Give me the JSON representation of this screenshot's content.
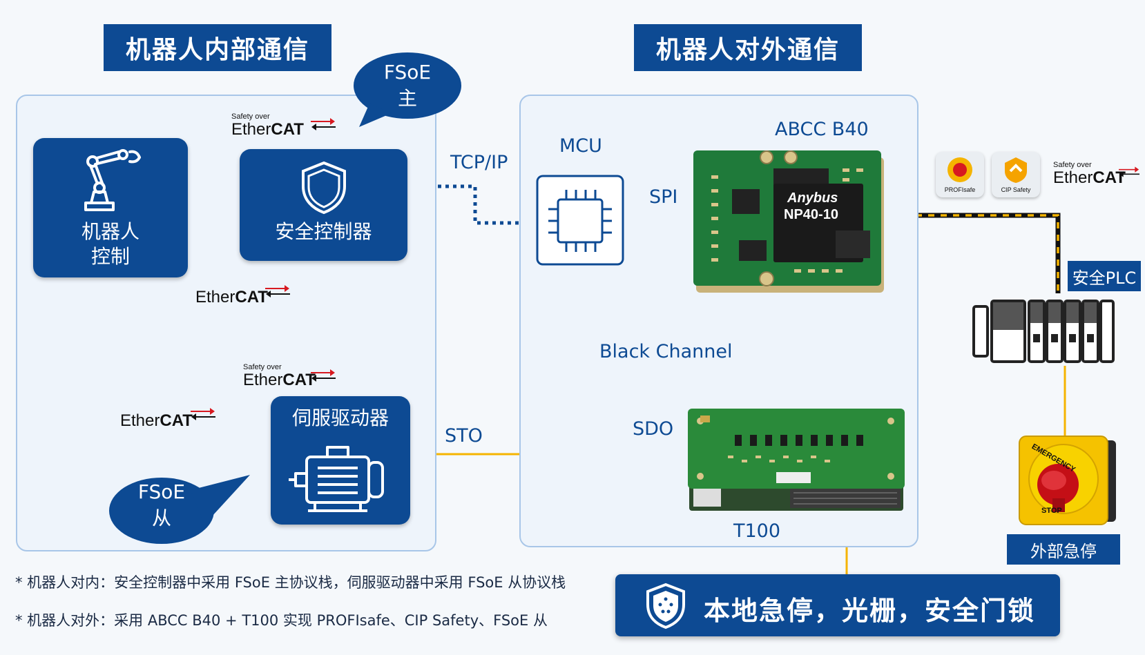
{
  "banners": {
    "internal": "机器人内部通信",
    "external": "机器人对外通信"
  },
  "left": {
    "robot_control": [
      "机器人",
      "控制"
    ],
    "safety_controller": "安全控制器",
    "servo_drive": "伺服驱动器",
    "fsoe_master": [
      "FSoE",
      "主"
    ],
    "fsoe_slave": [
      "FSoE",
      "从"
    ]
  },
  "ethercat": {
    "safety_over": "Safety over",
    "ether": "Ether",
    "cat": "CAT"
  },
  "right": {
    "mcu": "MCU",
    "abcc": "ABCC B40",
    "chip_brand": "Anybus",
    "chip_model": "NP40-10",
    "t100": "T100",
    "black_channel": "Black Channel"
  },
  "links": {
    "tcp_ip": "TCP/IP",
    "spi": "SPI",
    "sto": "STO",
    "sdo": "SDO"
  },
  "protocol_cards": {
    "profisafe": "PROFIsafe",
    "cip_safety": "CIP Safety"
  },
  "safety_plc": "安全PLC",
  "external_estop": "外部急停",
  "estop_ring_top": "EMERGENCY",
  "estop_ring_bottom": "STOP",
  "bottom_banner": "本地急停，光栅，安全门锁",
  "notes": [
    "* 机器人对内：安全控制器中采用 FSoE 主协议栈，伺服驱动器中采用 FSoE 从协议栈",
    "* 机器人对外：采用 ABCC B40 + T100 实现 PROFIsafe、CIP Safety、FSoE 从"
  ],
  "colors": {
    "brand_blue": "#0d4a93",
    "signal_yellow": "#f5b400",
    "pcb_green": "#1f7a3a"
  }
}
